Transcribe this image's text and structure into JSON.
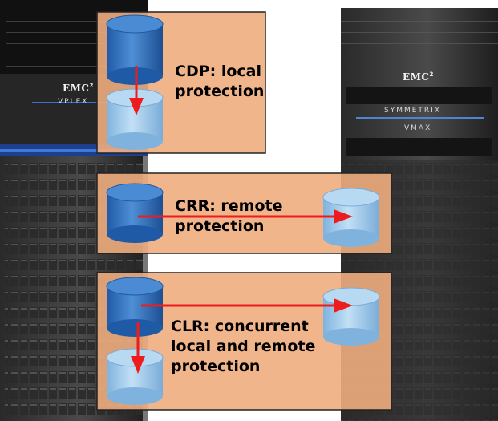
{
  "left_rack": {
    "brand": "EMC",
    "brand_mark": "2",
    "product": "VPLEX"
  },
  "right_rack": {
    "brand": "EMC",
    "brand_mark": "2",
    "product_line": "SYMMETRIX",
    "product": "VMAX"
  },
  "boxes": [
    {
      "id": "cdp",
      "label": "CDP: local\nprotection"
    },
    {
      "id": "crr",
      "label": "CRR: remote\nprotection"
    },
    {
      "id": "clr",
      "label": "CLR: concurrent\nlocal and remote\nprotection"
    }
  ],
  "colors": {
    "box_fill": "#F0AD7E",
    "box_border": "#222222",
    "arrow": "#EE1C1C",
    "cylinder_dark": "#2E6DB8",
    "cylinder_light": "#9DC8E8"
  }
}
